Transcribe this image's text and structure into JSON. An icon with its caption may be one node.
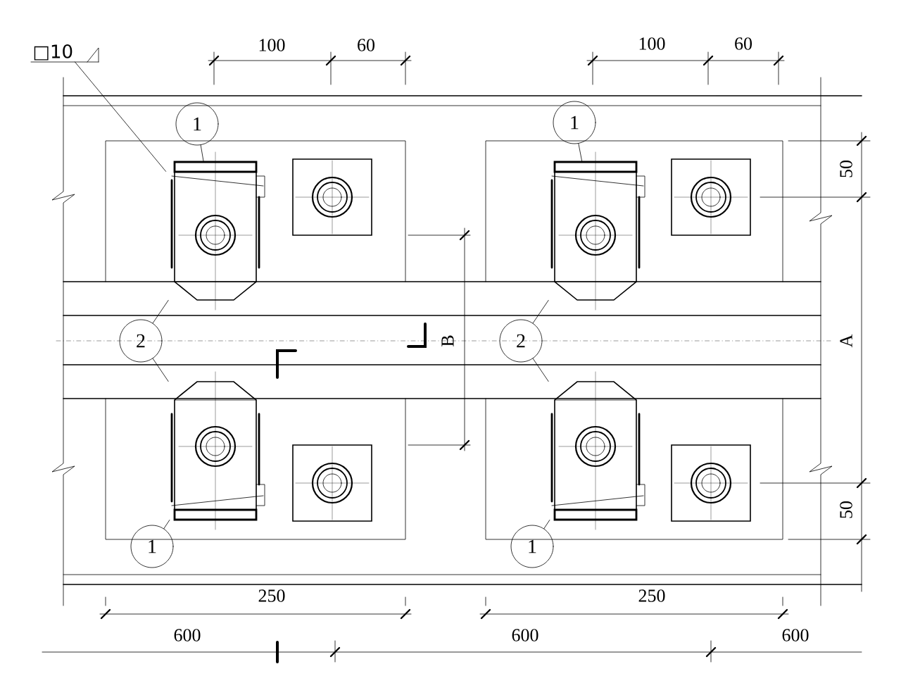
{
  "diagram": {
    "nodes": [
      {
        "text": [
          "□10"
        ]
      },
      {
        "text": [
          "1"
        ]
      },
      {
        "text": [
          "1"
        ]
      },
      {
        "text": [],
        "shape": "picture"
      },
      {
        "text": [],
        "shape": "picture"
      },
      {
        "text": [
          "2"
        ]
      },
      {
        "text": [
          "2"
        ]
      },
      {
        "text": [],
        "shape": "picture"
      },
      {
        "text": [],
        "shape": "picture"
      },
      {
        "text": [
          "1"
        ]
      },
      {
        "text": [
          "1"
        ]
      }
    ],
    "edges": [
      {
        "from": 0,
        "to": 3,
        "arrow": "none"
      },
      {
        "from": 1,
        "to": 3,
        "arrow": "none"
      },
      {
        "from": 2,
        "to": 4,
        "arrow": "none"
      },
      {
        "from": 5,
        "to": 3,
        "arrow": "none"
      },
      {
        "from": 5,
        "to": 7,
        "arrow": "none"
      },
      {
        "from": 6,
        "to": 4,
        "arrow": "none"
      },
      {
        "from": 6,
        "to": 8,
        "arrow": "none"
      },
      {
        "from": 9,
        "to": 7,
        "arrow": "none"
      },
      {
        "from": 10,
        "to": 8,
        "arrow": "none"
      }
    ],
    "labels": [
      "100",
      "60",
      "100",
      "60",
      "50",
      "B",
      "A",
      "50",
      "250",
      "250",
      "600",
      "600",
      "600"
    ]
  }
}
